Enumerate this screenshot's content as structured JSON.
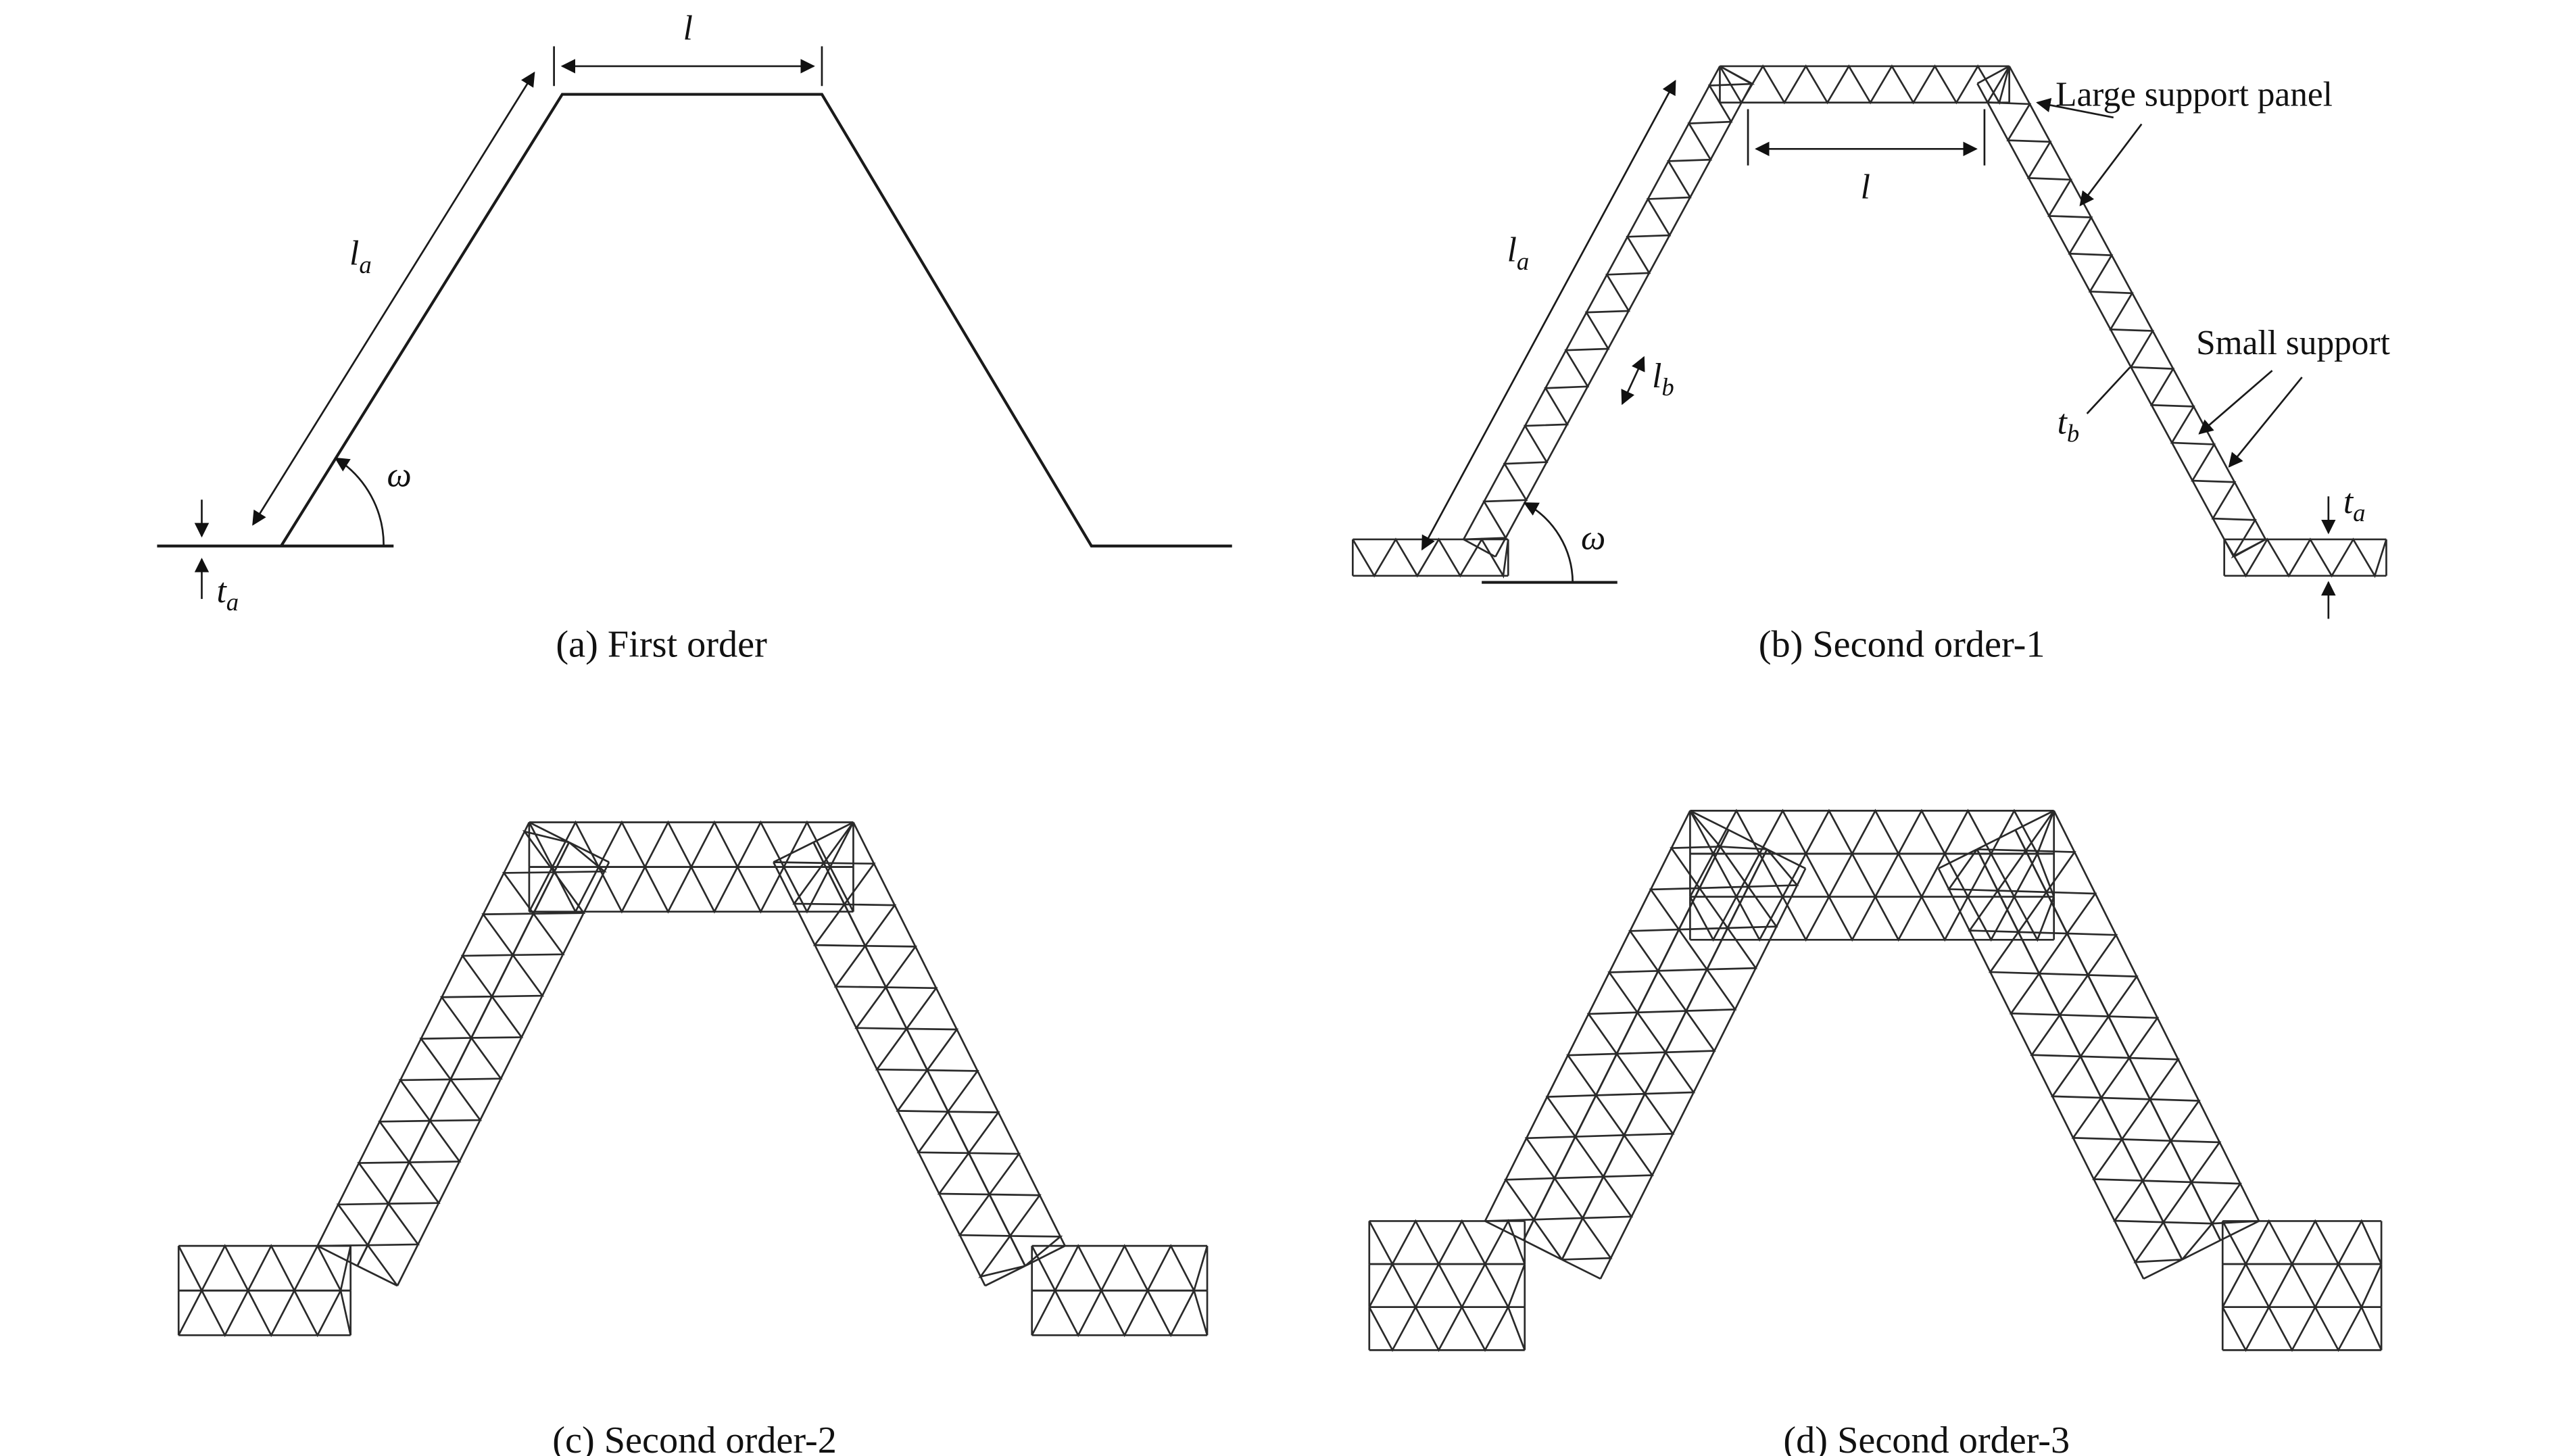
{
  "figure": {
    "colors": {
      "ink": "#1a1a1a",
      "background": "#ffffff"
    },
    "panels": {
      "a": {
        "caption": "(a) First order",
        "labels": {
          "l": "l",
          "la_main": "l",
          "la_sub": "a",
          "omega": "ω",
          "ta_main": "t",
          "ta_sub": "a"
        }
      },
      "b": {
        "caption": "(b) Second order-1",
        "labels": {
          "l": "l",
          "la_main": "l",
          "la_sub": "a",
          "lb_main": "l",
          "lb_sub": "b",
          "omega": "ω",
          "ta_main": "t",
          "ta_sub": "a",
          "tb_main": "t",
          "tb_sub": "b",
          "large_support": "Large support panel",
          "small_support": "Small support"
        }
      },
      "c": {
        "caption": "(c) Second order-2"
      },
      "d": {
        "caption": "(d) Second order-3"
      }
    }
  }
}
